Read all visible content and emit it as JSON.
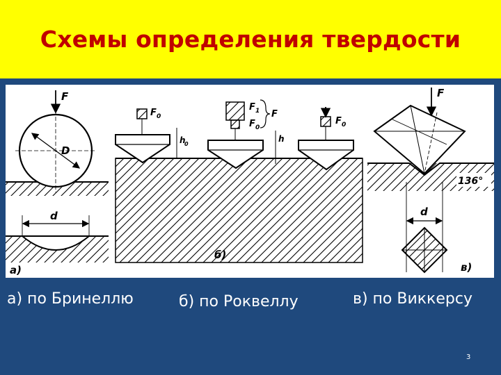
{
  "title": "Схемы определения твердости",
  "captions": {
    "brinell": "а) по Бринеллю",
    "rockwell": "б) по Роквеллу",
    "vickers": "в) по Виккерсу"
  },
  "diagram_labels": {
    "force": "F",
    "diameter_ball": "D",
    "diameter_print": "d",
    "preload": "F",
    "preload_sub": "0",
    "main_load": "F",
    "main_load_sub": "1",
    "depth_h0": "h",
    "depth_h0_sub": "0",
    "depth_h": "h",
    "angle": "136°",
    "part_a": "а)",
    "part_b": "б)",
    "part_c": "в)"
  },
  "page_number": "3",
  "colors": {
    "background": "#1f497d",
    "title_bar": "#ffff00",
    "title_text": "#c00000",
    "caption_text": "#ffffff"
  }
}
